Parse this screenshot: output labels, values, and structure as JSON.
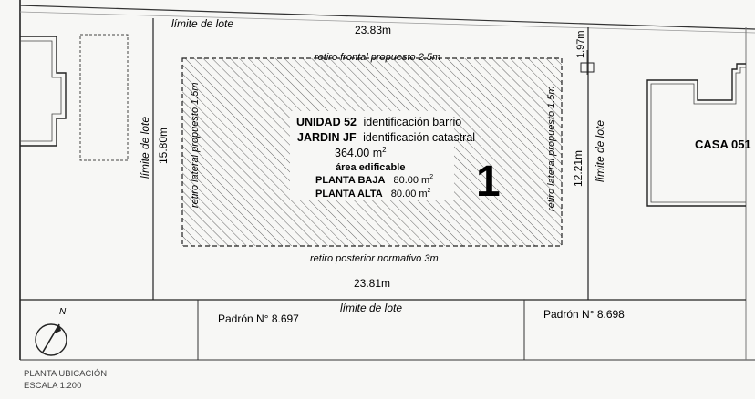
{
  "labels": {
    "limite_lote_top": "límite de lote",
    "width_top": "23.83m",
    "retiro_frontal": "retiro frontal propuesto 2.5m",
    "dim_197": "1.97m",
    "limite_lote_left": "límite de lote",
    "depth_left": "15.80m",
    "retiro_lateral_left": "retiro lateral propuesto 1.5m",
    "retiro_lateral_right": "retiro lateral propuesto 1.5m",
    "depth_right": "12.21m",
    "limite_lote_right": "límite de lote",
    "casa": "CASA 051",
    "retiro_posterior": "retiro posterior normativo 3m",
    "width_bottom": "23.81m",
    "limite_lote_bottom": "límite de lote",
    "padron_1": "Padrón N° 8.697",
    "padron_2": "Padrón N° 8.698",
    "north": "N",
    "planta_ubicacion": "PLANTA UBICACIÓN",
    "escala": "ESCALA 1:200",
    "lot_number": "1"
  },
  "info": {
    "unidad": "UNIDAD 52",
    "unidad_desc": "identificación barrio",
    "jardin": "JARDIN JF",
    "jardin_desc": "identificación catastral",
    "area": "364.00 m",
    "area_sup": "2",
    "edificable": "área edificable",
    "baja_label": "PLANTA BAJA",
    "baja_value": "80.00 m",
    "baja_sup": "2",
    "alta_label": "PLANTA ALTA",
    "alta_value": "80.00 m",
    "alta_sup": "2"
  }
}
